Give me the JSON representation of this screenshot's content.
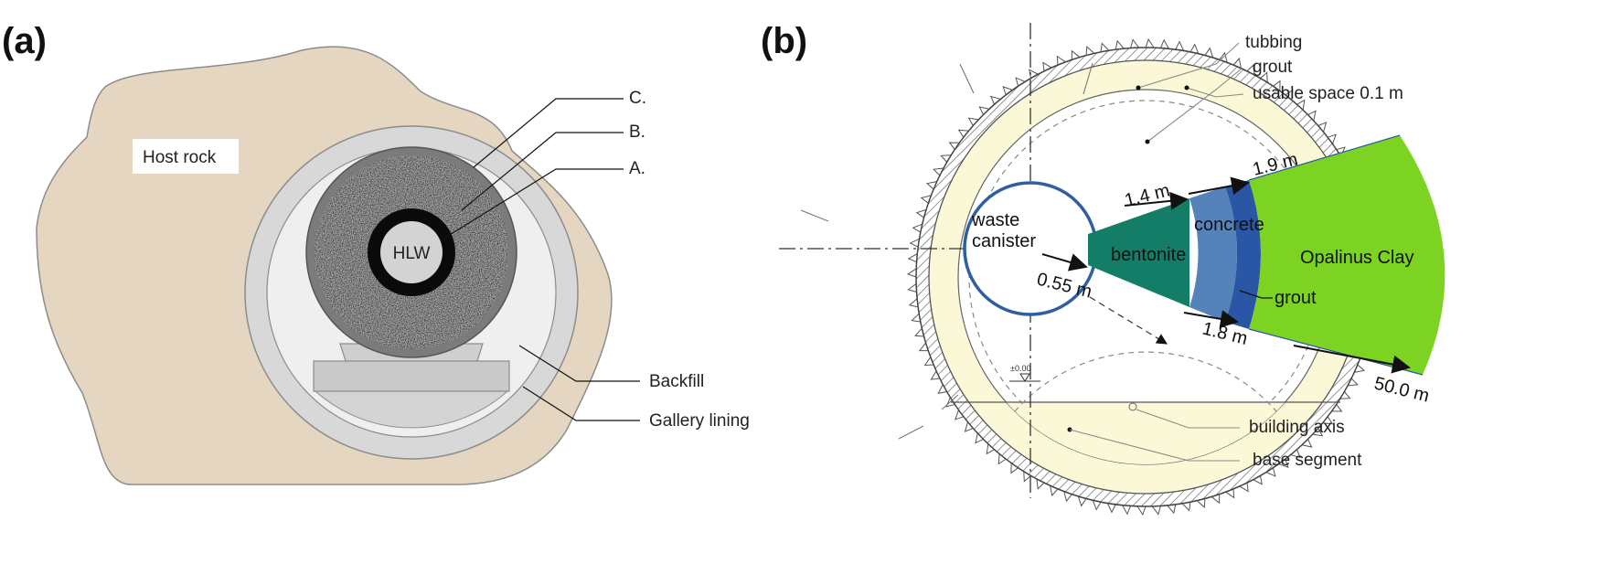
{
  "panel_a": {
    "label": "(a)",
    "host_rock": "Host rock",
    "core_label": "HLW",
    "callouts": [
      "C.",
      "B.",
      "A."
    ],
    "backfill": "Backfill",
    "gallery_lining": "Gallery lining"
  },
  "panel_b": {
    "label": "(b)",
    "tubbing": "tubbing",
    "grout_top": "grout",
    "usable_space": "usable space 0.1 m",
    "r_19": "1.9 m",
    "r_14": "1.4 m",
    "waste_canister_1": "waste",
    "waste_canister_2": "canister",
    "r_055": "0.55 m",
    "bentonite": "bentonite",
    "concrete": "concrete",
    "opalinus": "Opalinus Clay",
    "grout_mid": "grout",
    "r_18": "1.8 m",
    "r_50": "50.0 m",
    "elevation": "±0.00",
    "building_axis": "building axis",
    "base_segment": "base segment"
  },
  "colors": {
    "host_rock": "#e4d6c0",
    "lining": "#d8d8d8",
    "backfill": "#efefef",
    "granular": "#a9a9a9",
    "bentonite": "#147d68",
    "concrete": "#5583b9",
    "grout": "#2a56a6",
    "opalinus": "#7dd321",
    "tubbing_fill": "#fbf8d8",
    "canister_ring": "#2f5fa3"
  }
}
